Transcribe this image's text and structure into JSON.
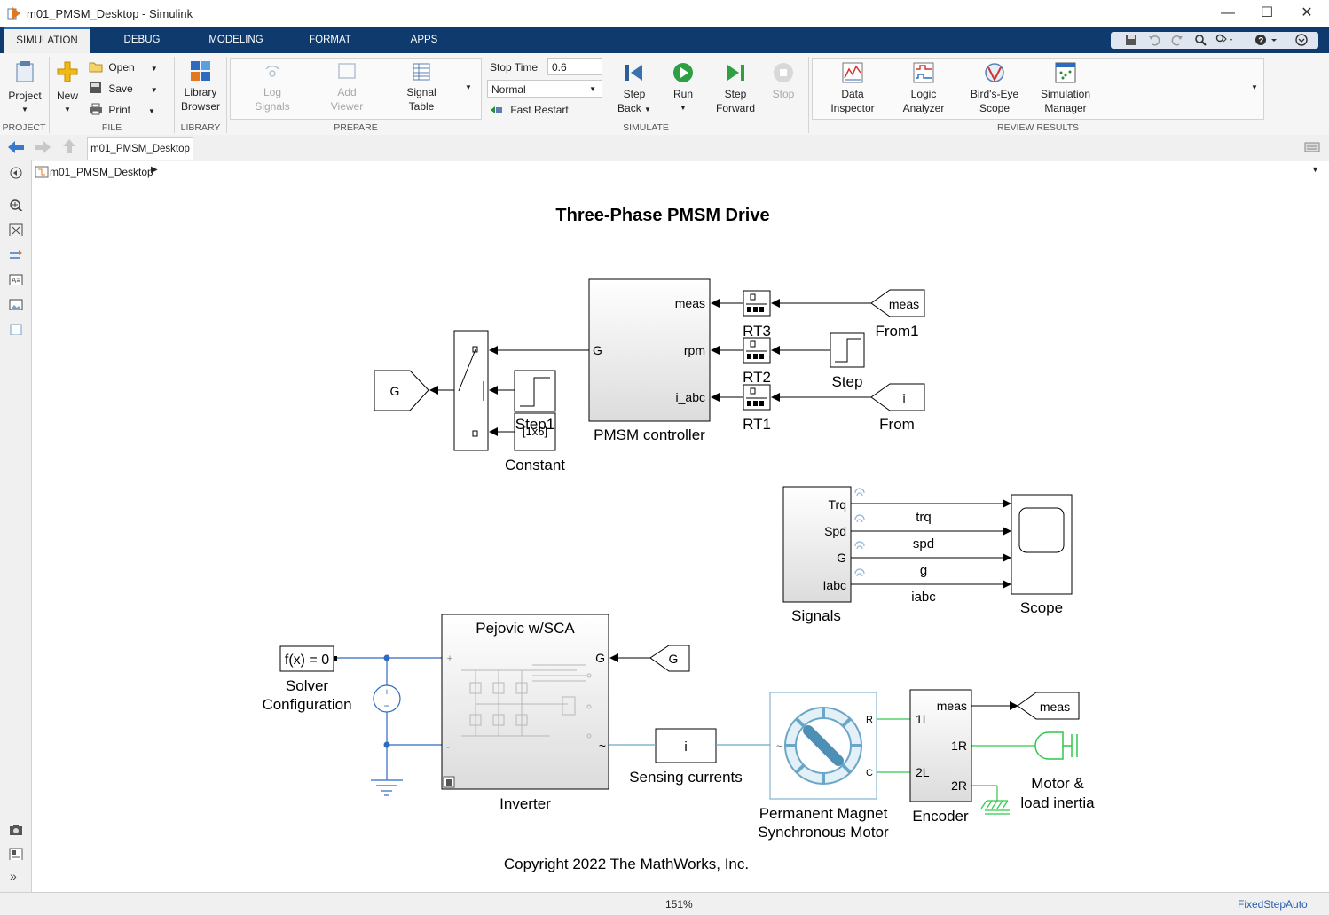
{
  "window": {
    "title": "m01_PMSM_Desktop - Simulink",
    "controls": [
      "—",
      "☐",
      "✕"
    ]
  },
  "tabs": [
    "SIMULATION",
    "DEBUG",
    "MODELING",
    "FORMAT",
    "APPS"
  ],
  "ribbon": {
    "project": {
      "label": "Project",
      "group": "PROJECT"
    },
    "file": {
      "new": "New",
      "open": "Open",
      "save": "Save",
      "print": "Print",
      "group": "FILE"
    },
    "library": {
      "label1": "Library",
      "label2": "Browser",
      "group": "LIBRARY"
    },
    "prepare": {
      "log1": "Log",
      "log2": "Signals",
      "add1": "Add",
      "add2": "Viewer",
      "sig1": "Signal",
      "sig2": "Table",
      "group": "PREPARE"
    },
    "simulate": {
      "stop_time_label": "Stop Time",
      "stop_time_value": "0.6",
      "mode": "Normal",
      "fast_restart": "Fast Restart",
      "step_back1": "Step",
      "step_back2": "Back",
      "run": "Run",
      "step_fwd1": "Step",
      "step_fwd2": "Forward",
      "stop": "Stop",
      "group": "SIMULATE"
    },
    "review": {
      "di1": "Data",
      "di2": "Inspector",
      "la1": "Logic",
      "la2": "Analyzer",
      "be1": "Bird's-Eye",
      "be2": "Scope",
      "sm1": "Simulation",
      "sm2": "Manager",
      "group": "REVIEW RESULTS"
    }
  },
  "nav": {
    "doc_tab": "m01_PMSM_Desktop",
    "breadcrumb": "m01_PMSM_Desktop"
  },
  "diagram": {
    "title": "Three-Phase PMSM Drive",
    "goto_g": "G",
    "step1": "Step1",
    "constant_value": "[1x6]",
    "constant": "Constant",
    "controller": {
      "name": "PMSM controller",
      "in_g": "G",
      "out_meas": "meas",
      "out_rpm": "rpm",
      "out_iabc": "i_abc"
    },
    "rt3": "RT3",
    "rt2": "RT2",
    "rt1": "RT1",
    "from1_tag": "meas",
    "from1": "From1",
    "step": "Step",
    "from_tag": "i",
    "from": "From",
    "signals": {
      "name": "Signals",
      "ports": [
        "Trq",
        "Spd",
        "G",
        "Iabc"
      ],
      "wires": [
        "trq",
        "spd",
        "g",
        "iabc"
      ]
    },
    "scope": "Scope",
    "solver": {
      "text": "f(x) = 0",
      "name1": "Solver",
      "name2": "Configuration"
    },
    "inverter": {
      "title": "Pejovic w/SCA",
      "name": "Inverter",
      "port_g": "G",
      "port_tilde": "~",
      "plus": "+",
      "minus": "-"
    },
    "from_g": "G",
    "sensing": {
      "tag": "i",
      "name": "Sensing currents"
    },
    "motor": {
      "name1": "Permanent Magnet",
      "name2": "Synchronous Motor",
      "port_r": "R",
      "port_c": "C",
      "tilde": "~"
    },
    "encoder": {
      "name": "Encoder",
      "p1l": "1L",
      "p2l": "2L",
      "meas": "meas",
      "p1r": "1R",
      "p2r": "2R"
    },
    "goto_meas": "meas",
    "inertia1": "Motor &",
    "inertia2": "load inertia",
    "copyright": "Copyright 2022 The MathWorks, Inc."
  },
  "status": {
    "zoom": "151%",
    "solver": "FixedStepAuto"
  },
  "colors": {
    "tabbar": "#0e3a6e",
    "physical": "#2f6bc0",
    "mech": "#2ec94a",
    "sensor": "#6aa6c7"
  }
}
